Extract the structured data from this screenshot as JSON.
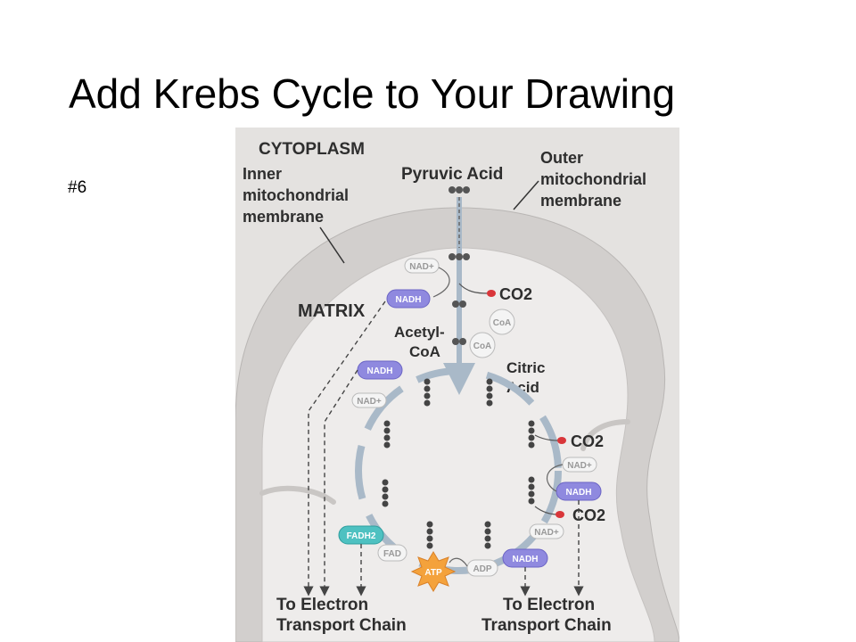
{
  "slide": {
    "title": "Add Krebs Cycle to Your Drawing",
    "number": "#6"
  },
  "diagram": {
    "labels": {
      "cytoplasm": "CYTOPLASM",
      "inner_membrane": [
        "Inner",
        "mitochondrial",
        "membrane"
      ],
      "pyruvic_acid": "Pyruvic Acid",
      "outer_membrane": [
        "Outer",
        "mitochondrial",
        "membrane"
      ],
      "matrix": "MATRIX",
      "acetyl_coa": [
        "Acetyl-",
        "CoA"
      ],
      "citric_acid": [
        "Citric",
        "Acid"
      ],
      "etc_left": [
        "To Electron",
        "Transport Chain"
      ],
      "etc_right": [
        "To Electron",
        "Transport Chain"
      ]
    },
    "molecules": {
      "nad_plus": "NAD+",
      "nadh": "NADH",
      "co2": "CO2",
      "coa": "CoA",
      "fadh2": "FADH2",
      "fad": "FAD",
      "atp": "ATP",
      "adp": "ADP"
    },
    "colors": {
      "background": "#e4e2e0",
      "membrane_fill": "#d4d1cf",
      "matrix_fill": "#eeeceb",
      "nadh": "#8f89df",
      "fadh2": "#4ec1c1",
      "atp": "#f4a23c",
      "co2_dot": "#d9363a",
      "cycle_arrow": "#a9b9c8"
    }
  }
}
